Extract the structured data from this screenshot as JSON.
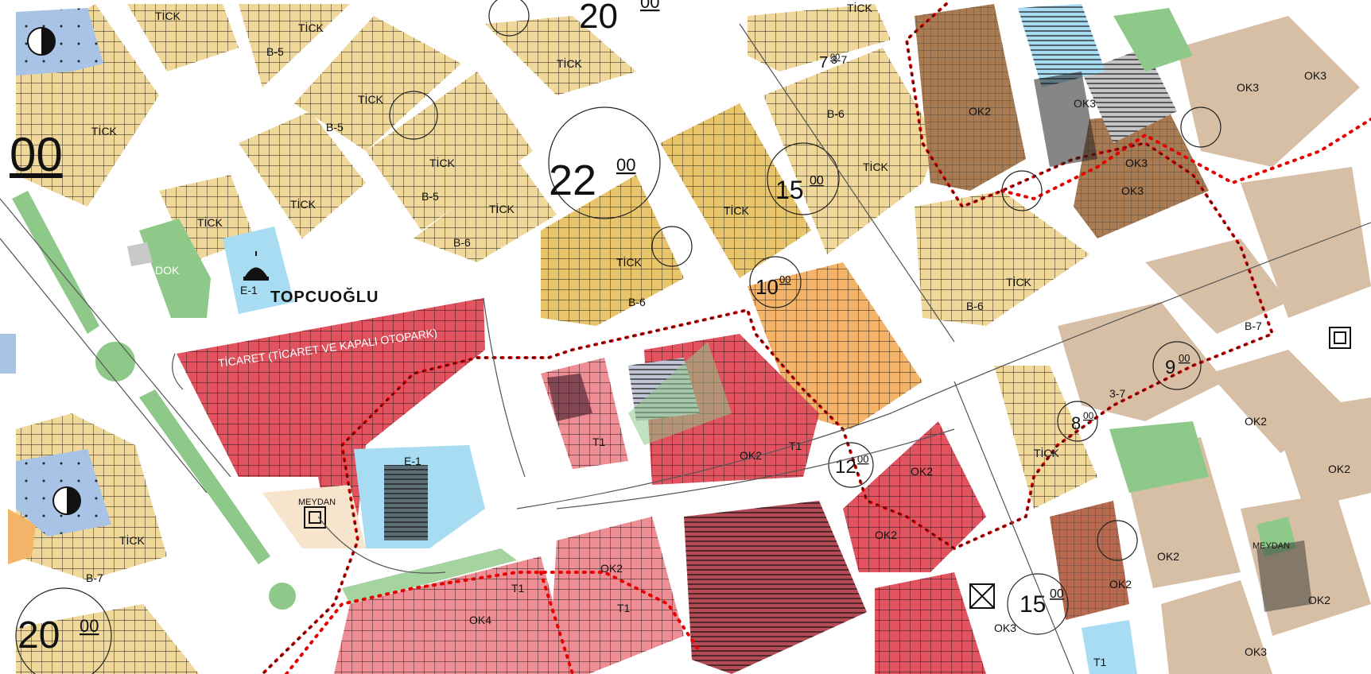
{
  "map": {
    "street_name": "TOPCUOĞLU",
    "zone_codes": {
      "tick": "TİCK",
      "b5": "B-5",
      "b6": "B-6",
      "b7": "B-7",
      "e1": "E-1",
      "ok2": "OK2",
      "ok3": "OK3",
      "ok4": "OK4",
      "t1": "T1",
      "dok": "DOK",
      "meydan": "MEYDAN",
      "d37": "3-7"
    },
    "commercial_area_label": "TİCARET (TİCARET VE KAPALI OTOPARK)",
    "elevations": {
      "e22": {
        "main": "22",
        "sup": "00"
      },
      "e20a": {
        "main": "20",
        "sup": "00"
      },
      "e20b": {
        "main": "20",
        "sup": "00"
      },
      "e00": {
        "main": "00",
        "sup": ""
      },
      "e15a": {
        "main": "15",
        "sup": "00"
      },
      "e15b": {
        "main": "15",
        "sup": "00"
      },
      "e10": {
        "main": "10",
        "sup": "00"
      },
      "e12": {
        "main": "12",
        "sup": "00"
      },
      "e9": {
        "main": "9",
        "sup": "00"
      },
      "e8": {
        "main": "8",
        "sup": "00"
      },
      "e7": {
        "main": "7",
        "sup": "00"
      }
    },
    "colors": {
      "residential": "#f0d79a",
      "commercial": "#e25360",
      "commercial_light": "#ee8e94",
      "mixed": "#e8c56a",
      "orange": "#f3b46a",
      "historic": "#a87b52",
      "historic_light": "#d6bfa5",
      "religious": "#a8dcf2",
      "education": "#a9c3e6",
      "park": "#8fc98a",
      "plaza": "#f7e4cc",
      "boundary": "#e60000"
    }
  }
}
